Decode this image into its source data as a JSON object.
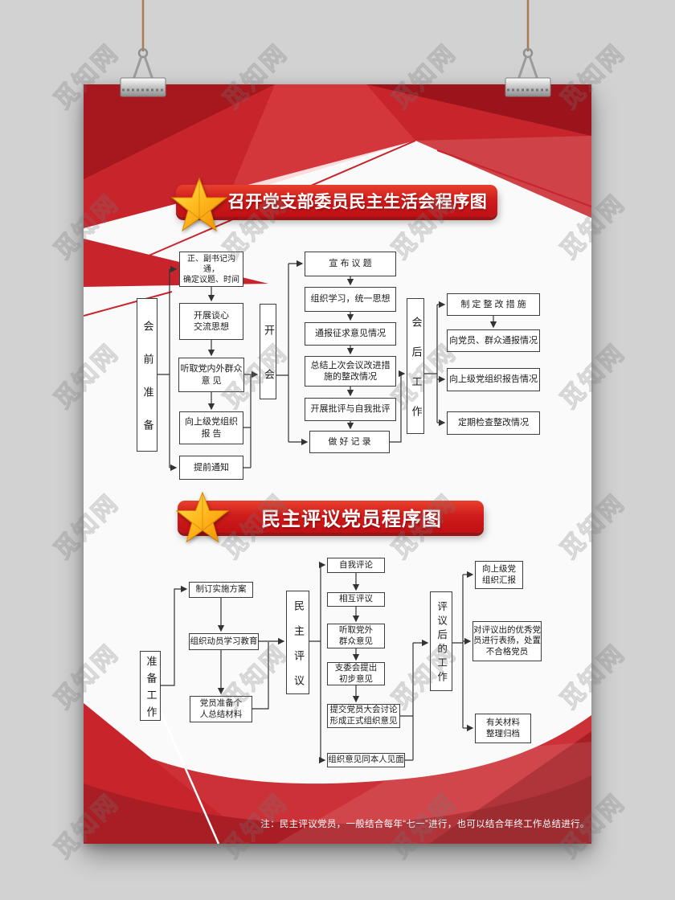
{
  "watermark": {
    "text": "觅知网"
  },
  "flow1": {
    "title": "召开党支部委员民主生活会程序图",
    "stages": {
      "pre": "会前准备",
      "meet": "开会",
      "post": "会后工作"
    },
    "pre_steps": [
      "正、副书记沟通，\n确定议题、时间",
      "开展谈心\n交流思想",
      "听取党内外群众\n意 见",
      "向上级党组织\n报 告",
      "提前通知"
    ],
    "meet_steps": [
      "宣 布 议 题",
      "组织学习，统一思想",
      "通报征求意见情况",
      "总结上次会议改进措\n施的整改情况",
      "开展批评与自我批评",
      "做 好 记 录"
    ],
    "post_steps": [
      "制 定 整 改 措 施",
      "向党员、群众通报情况",
      "向上级党组织报告情况",
      "定期检查整改情况"
    ]
  },
  "flow2": {
    "title": "民主评议党员程序图",
    "stages": {
      "prep": "准备工作",
      "review": "民主评议",
      "after": "评议后的工作"
    },
    "prep_steps": [
      "制订实施方案",
      "组织动员学习教育",
      "党员准备个\n人总结材料"
    ],
    "review_steps": [
      "自我评论",
      "相互评议",
      "听取党外\n群众意见",
      "支委会提出\n初步意见",
      "提交党员大会讨论\n形成正式组织意见",
      "组织意见同本人见面"
    ],
    "after_steps": [
      "向上级党\n组织汇报",
      "对评议出的优秀党\n员进行表扬，处置\n不合格党员",
      "有关材料\n整理归档"
    ]
  },
  "footer": {
    "note": "注：民主评议党员，一般结合每年“七一”进行，也可以结合年终工作总结进行。"
  }
}
